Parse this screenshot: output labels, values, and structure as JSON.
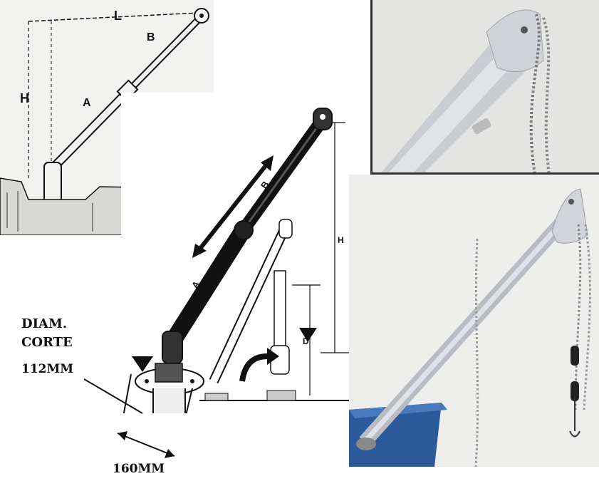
{
  "labels": {
    "diam_line1": "DIAM.",
    "diam_line2": "CORTE",
    "diam_value": "112MM",
    "base_width": "160MM"
  },
  "sketch_left": {
    "letter_L": "L",
    "letter_B": "B",
    "letter_A": "A",
    "letter_H": "H"
  },
  "sketch_main": {
    "letter_B": "B",
    "letter_A": "A",
    "letter_H": "H",
    "letter_D": "D"
  },
  "colors": {
    "ink": "#111111",
    "aluminum": "#c9ccd0",
    "photo_bg": "#ececec",
    "crate_blue": "#2c5a9a"
  }
}
